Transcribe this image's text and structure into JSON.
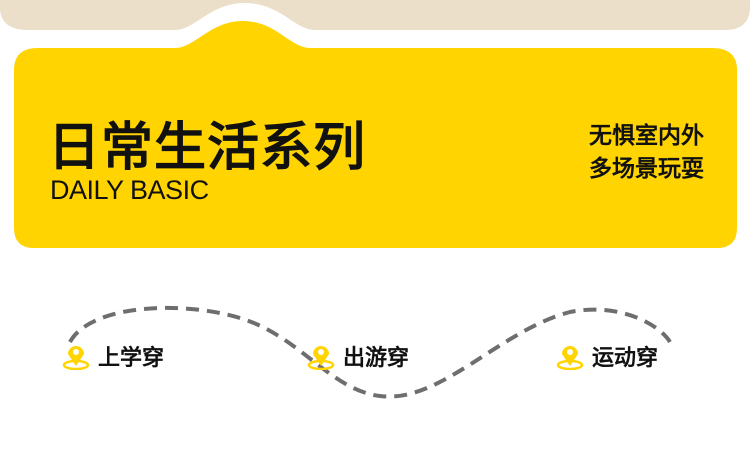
{
  "banner": {
    "title": "日常生活系列",
    "subtitle": "DAILY BASIC",
    "tagline_1": "无惧室内外",
    "tagline_2": "多场景玩耍"
  },
  "stops": [
    {
      "label": "上学穿",
      "icon": "location-pin-icon"
    },
    {
      "label": "出游穿",
      "icon": "location-pin-icon"
    },
    {
      "label": "运动穿",
      "icon": "location-pin-icon"
    }
  ],
  "colors": {
    "yellow": "#FFD400",
    "beige": "#EBDFC9",
    "dash": "#6E6E6E"
  }
}
